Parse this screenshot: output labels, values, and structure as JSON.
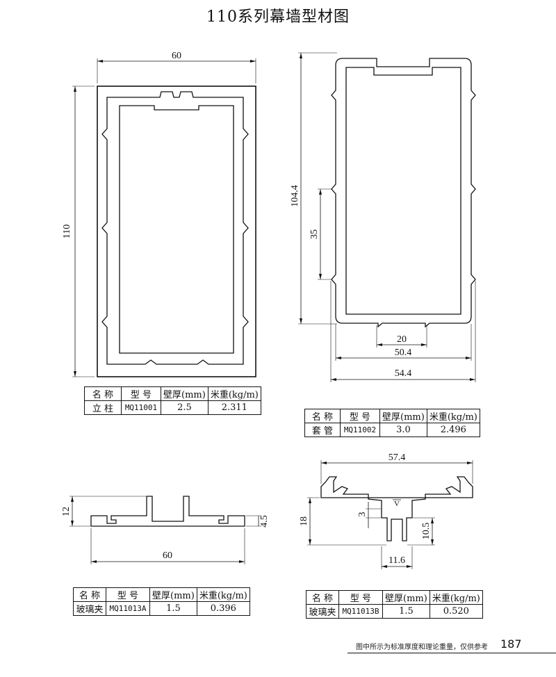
{
  "page": {
    "title": "110系列幕墙型材图",
    "footer_note": "图中所示为标准厚度和理论重量，仅供参考",
    "page_number": "187"
  },
  "profiles": {
    "p1": {
      "dims": {
        "width": "60",
        "height": "110"
      }
    },
    "p2": {
      "dims": {
        "height": "104.4",
        "spacing": "35",
        "inner_gap": "20",
        "inner_width": "50.4",
        "outer_width": "54.4"
      }
    },
    "p3": {
      "dims": {
        "height": "12",
        "width": "60",
        "thickness": "4.5"
      }
    },
    "p4": {
      "dims": {
        "width": "57.4",
        "height": "18",
        "gap": "3",
        "depth": "10.5",
        "base": "11.6",
        "mark": "V"
      }
    }
  },
  "tables": [
    {
      "headers": [
        "名 称",
        "型 号",
        "壁厚(mm)",
        "米重(kg/m)"
      ],
      "row": [
        "立 柱",
        "MQ11001",
        "2.5",
        "2.311"
      ]
    },
    {
      "headers": [
        "名 称",
        "型 号",
        "壁厚(mm)",
        "米重(kg/m)"
      ],
      "row": [
        "套 管",
        "MQ11002",
        "3.0",
        "2.496"
      ]
    },
    {
      "headers": [
        "名 称",
        "型 号",
        "壁厚(mm)",
        "米重(kg/m)"
      ],
      "row": [
        "玻璃夹",
        "MQ11013A",
        "1.5",
        "0.396"
      ]
    },
    {
      "headers": [
        "名 称",
        "型 号",
        "壁厚(mm)",
        "米重(kg/m)"
      ],
      "row": [
        "玻璃夹",
        "MQ11013B",
        "1.5",
        "0.520"
      ]
    }
  ]
}
